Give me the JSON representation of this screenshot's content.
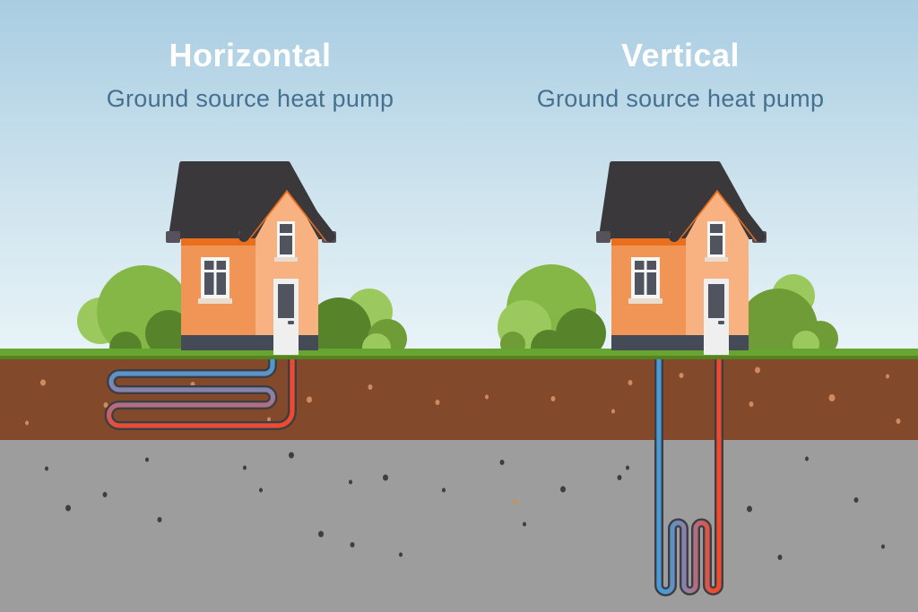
{
  "columns": [
    {
      "title": "Horizontal",
      "subtitle": "Ground source heat pump"
    },
    {
      "title": "Vertical",
      "subtitle": "Ground source heat pump"
    }
  ],
  "colors": {
    "subtitle_color": "#45708f",
    "sky_top": "#a9cde2",
    "sky_mid": "#cfe4ee",
    "sky_bottom": "#e9f4f8",
    "grass": "#68a431",
    "grass_dark": "#54831f",
    "soil": "#82492b",
    "soil_dot": "#d08a5e",
    "rock": "#9d9d9d",
    "rock_dot": "#3e3e3e",
    "pipe_cold": "#4b9ad3",
    "pipe_mid": "#9b7a9b",
    "pipe_warm": "#f04a2e",
    "pipe_outline": "#3d3e44",
    "wall_main": "#f09556",
    "wall_light": "#f8b181",
    "eave_stripe": "#e96e1e",
    "roof": "#3a383a",
    "roof_trim": "#55525c",
    "window_pane": "#50545f",
    "window_frame": "#f6f6f4",
    "sill": "#e8ddd0",
    "door": "#efefef",
    "foundation": "#454a57",
    "bush_light": "#9cc95e",
    "bush_mid": "#84b746",
    "bush_mid2": "#6f9c36",
    "bush_dark": "#57832a"
  }
}
